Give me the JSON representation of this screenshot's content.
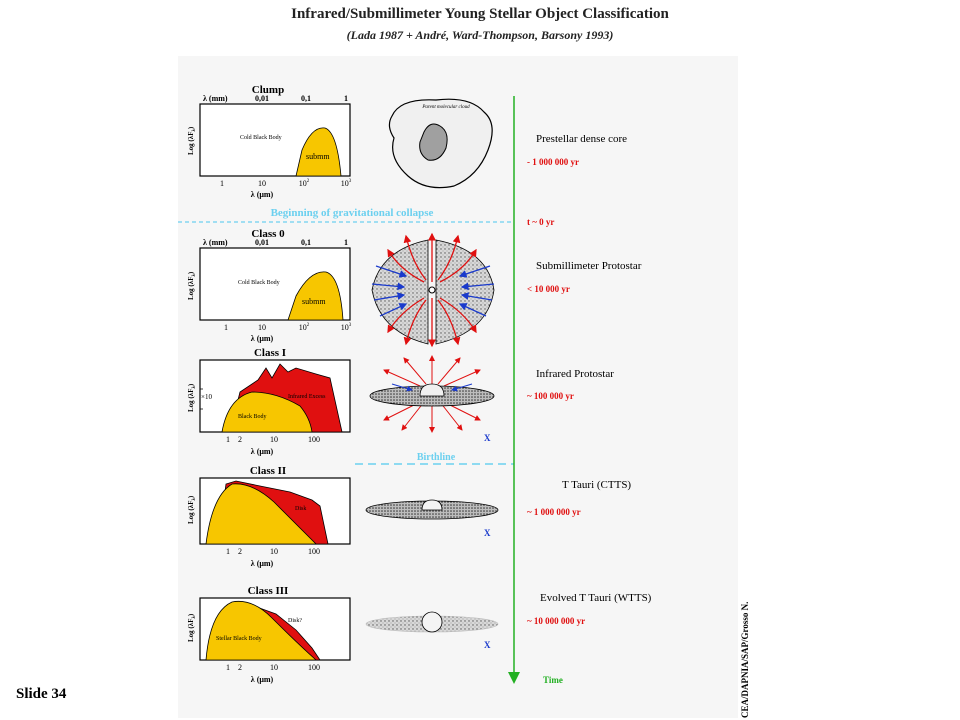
{
  "title": "Infrared/Submillimeter Young Stellar Object Classification",
  "subtitle": "(Lada 1987 + André, Ward-Thompson, Barsony 1993)",
  "slide_label": "Slide 34",
  "credit": "CEA/DAPNIA/SAP/Grosso N.",
  "colors": {
    "yellow": "#f7c600",
    "red": "#e01010",
    "gray_fill": "#f0f0f0",
    "core_fill": "#a0a0a0",
    "green_arrow": "#23b023",
    "cyan_dash": "#6cd0ef"
  },
  "y_axis_label": "Log (λF",
  "y_axis_sub": "λ",
  "x_axis_label_um": "λ (μm)",
  "x_axis_label_mm": "λ (mm)",
  "panels": [
    {
      "title": "Clump",
      "top_ticks": [
        "0,01",
        "0,1",
        "1"
      ],
      "bottom_ticks": [
        "1",
        "10",
        "10²",
        "10³"
      ],
      "body_label": "Cold Black Body",
      "region_label": "submm"
    },
    {
      "title": "Class 0",
      "top_ticks": [
        "0,01",
        "0,1",
        "1"
      ],
      "bottom_ticks": [
        "1",
        "10",
        "10²",
        "10³"
      ],
      "body_label": "Cold Black Body",
      "region_label": "submm"
    },
    {
      "title": "Class I",
      "bottom_ticks": [
        "1",
        "2",
        "10",
        "100"
      ],
      "excess_label": "Infrared Excess",
      "body_label": "Black Body",
      "scale_label": "×10"
    },
    {
      "title": "Class II",
      "bottom_ticks": [
        "1",
        "2",
        "10",
        "100"
      ],
      "excess_label": "Disk"
    },
    {
      "title": "Class III",
      "bottom_ticks": [
        "1",
        "2",
        "10",
        "100"
      ],
      "excess_label": "Disk?",
      "body_label": "Stellar Black Body"
    }
  ],
  "cloud_label": "Parent molecular cloud",
  "stages": [
    {
      "name": "Prestellar dense core",
      "age": "- 1 000 000 yr"
    },
    {
      "name": "t ~ 0 yr",
      "age": ""
    },
    {
      "name": "Submillimeter Protostar",
      "age": "< 10 000 yr"
    },
    {
      "name": "Infrared Protostar",
      "age": "~ 100 000 yr"
    },
    {
      "name": "T Tauri (CTTS)",
      "age": "~ 1 000 000 yr"
    },
    {
      "name": "Evolved T Tauri (WTTS)",
      "age": "~ 10 000 000 yr"
    }
  ],
  "collapse_label": "Beginning of gravitational collapse",
  "birthline_label": "Birthline",
  "xray_marker": "X",
  "time_label": "Time"
}
